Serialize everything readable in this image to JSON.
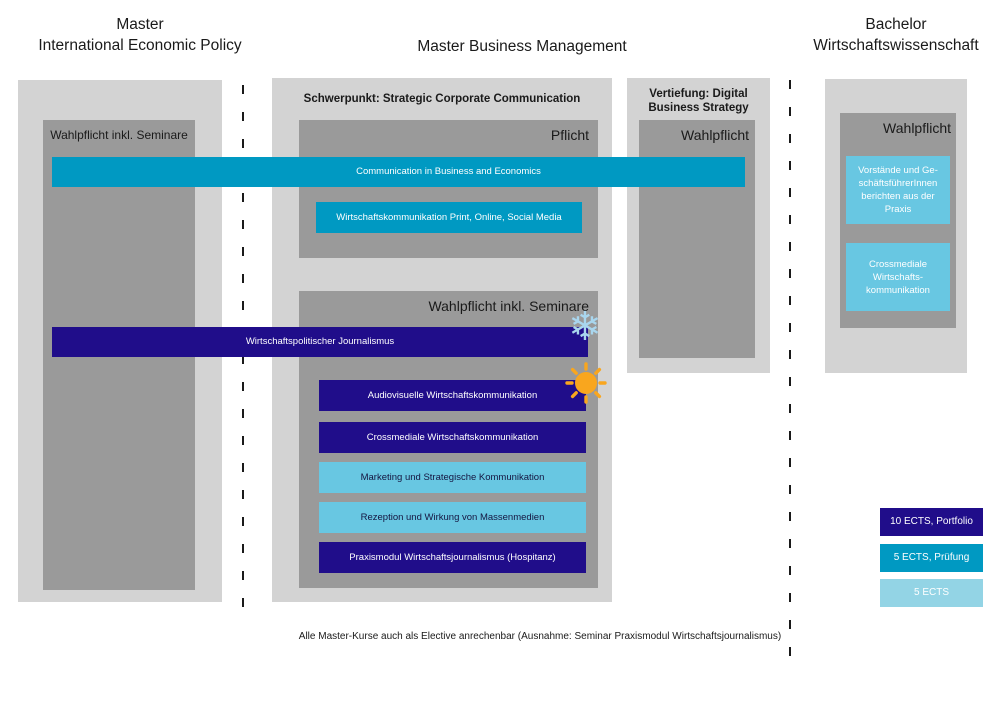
{
  "page": {
    "headers": {
      "left": {
        "line1": "Master",
        "line2": "International Economic Policy"
      },
      "center": {
        "title": "Master Business Management"
      },
      "right": {
        "line1": "Bachelor",
        "line2": "Wirtschaftswissenschaft"
      }
    },
    "sections": {
      "master_iep": {
        "box_label": "Wahlpflicht inkl. Seminare"
      },
      "schwerpunkt": {
        "title": "Schwerpunkt: Strategic Corporate Communication",
        "pflicht_label": "Pflicht",
        "wahlpflicht_label": "Wahlpflicht inkl. Seminare"
      },
      "vertiefung": {
        "title_line1": "Vertiefung: Digital",
        "title_line2": "Business Strategy",
        "box_label": "Wahlpflicht"
      },
      "bachelor": {
        "box_label": "Wahlpflicht"
      }
    },
    "courses": {
      "comm_business_econ": "Communication in Business and Economics",
      "wiko_print_online": "Wirtschaftskommunikation Print, Online, Social Media",
      "wipo_journalismus": "Wirtschaftspolitischer Journalismus",
      "audiovisuelle_wiko": "Audiovisuelle Wirtschaftskommunikation",
      "crossmediale_wiko": "Crossmediale Wirtschaftskommunikation",
      "marketing_strat_komm": "Marketing und Strategische Kommunikation",
      "rezeption_massenmedien": "Rezeption und Wirkung von Massenmedien",
      "praxismodul_hospitanz": "Praxismodul Wirtschaftsjournalismus (Hospitanz)",
      "vorstaende_lines": [
        "Vorstände und Ge-",
        "schäftsführerInnen",
        "berichten aus der",
        "Praxis"
      ],
      "crossmediale_ba_lines": [
        "Crossmediale",
        "Wirtschafts-",
        "kommunikation"
      ]
    },
    "legend": {
      "items": [
        {
          "label": "10 ECTS, Portfolio",
          "color": "#200d8a"
        },
        {
          "label": "5 ECTS, Prüfung",
          "color": "#0099c2"
        },
        {
          "label": "5 ECTS",
          "color": "#93d4e5"
        }
      ]
    },
    "footnote": "Alle Master-Kurse auch als Elective anrechenbar (Ausnahme: Seminar Praxismodul Wirtschaftsjournalismus)",
    "icons": {
      "snowflake_glyph": "❄",
      "snowflake_meaning": "winter-semester",
      "sun_meaning": "summer-semester"
    },
    "colors": {
      "navy": "#200d8a",
      "teal": "#0099c2",
      "light_blue": "#68c7e2",
      "legend_light_blue": "#93d4e5",
      "light_gray": "#d3d3d3",
      "dark_gray": "#9a9a9a",
      "sun_orange": "#f9a61e",
      "snowflake_blue": "#a9d6ee"
    }
  }
}
